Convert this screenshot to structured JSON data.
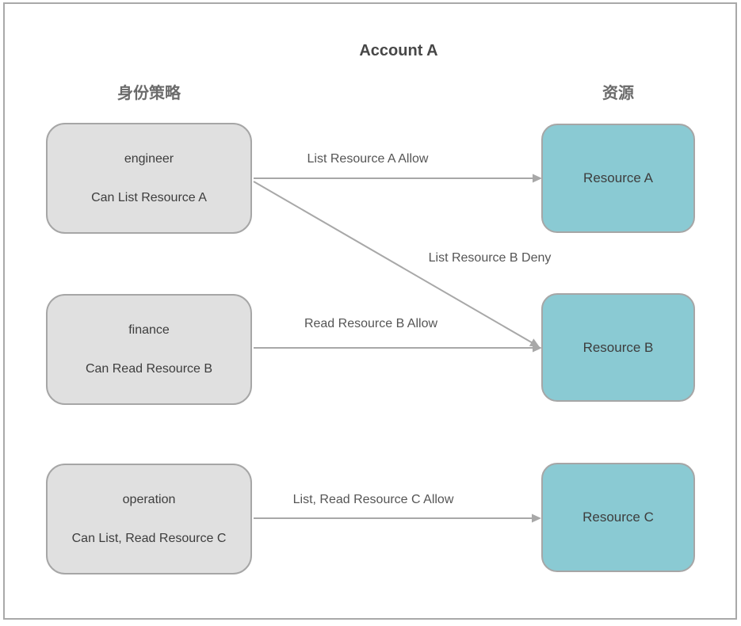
{
  "title": "Account A",
  "headers": {
    "left": "身份策略",
    "right": "资源"
  },
  "policies": [
    {
      "name": "engineer",
      "capability": "Can List Resource A"
    },
    {
      "name": "finance",
      "capability": "Can Read Resource B"
    },
    {
      "name": "operation",
      "capability": "Can List, Read Resource C"
    }
  ],
  "resources": [
    {
      "name": "Resource A"
    },
    {
      "name": "Resource B"
    },
    {
      "name": "Resource C"
    }
  ],
  "edges": [
    {
      "from": "engineer",
      "to": "Resource A",
      "label": "List Resource A Allow"
    },
    {
      "from": "engineer",
      "to": "Resource B",
      "label": "List Resource B Deny"
    },
    {
      "from": "finance",
      "to": "Resource B",
      "label": "Read Resource B Allow"
    },
    {
      "from": "operation",
      "to": "Resource C",
      "label": "List, Read Resource C Allow"
    }
  ],
  "colors": {
    "policy_fill": "#e0e0e0",
    "resource_fill": "#8acad3",
    "shape_border": "#a6a6a6",
    "arrow": "#a8a8a8",
    "text_dark": "#3d3d3d",
    "label_text": "#555555"
  }
}
